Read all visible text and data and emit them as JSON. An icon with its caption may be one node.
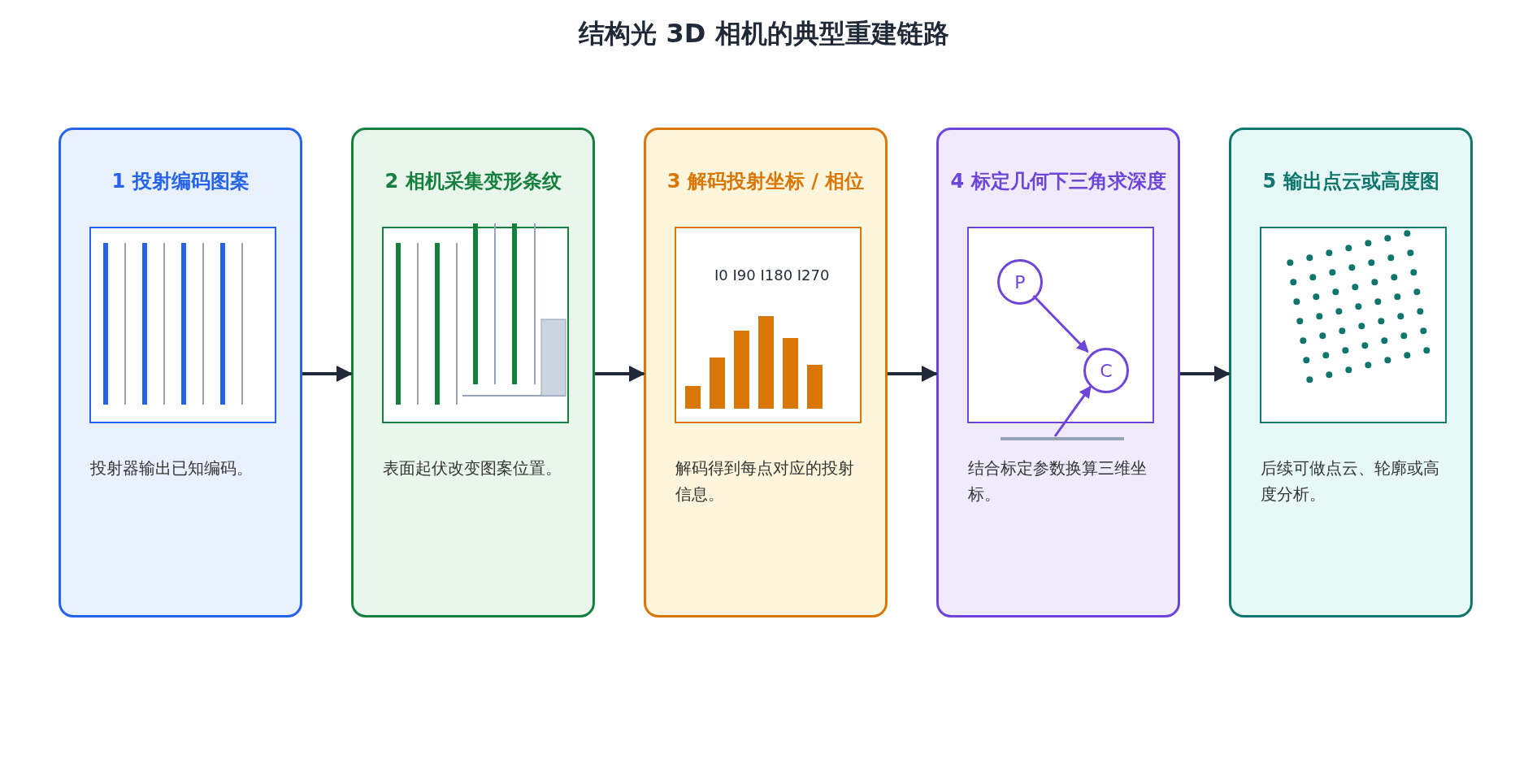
{
  "diagram": {
    "title": "结构光 3D 相机的典型重建链路",
    "nodes": [
      {
        "text": [
          "1 投射编码图案",
          "投射器输出已知编码。"
        ]
      },
      {
        "text": [
          "2 相机采集变形条纹",
          "表面起伏改变图案位置。"
        ]
      },
      {
        "text": [
          "3 解码投射坐标 / 相位",
          "解码得到每点对应的投射信息。"
        ]
      },
      {
        "text": [
          "4 标定几何下三角求深度",
          "结合标定参数换算三维坐标。"
        ]
      },
      {
        "text": [
          "P"
        ],
        "in": 3
      },
      {
        "text": [
          "C"
        ],
        "in": 3
      },
      {
        "text": [
          "5 输出点云或高度图",
          "后续可做点云、轮廓或高度分析。"
        ]
      }
    ],
    "edges": [
      {
        "from": 0,
        "to": 1,
        "arrow": "to"
      },
      {
        "from": 1,
        "to": 2,
        "arrow": "to"
      },
      {
        "from": 2,
        "to": 3,
        "arrow": "to"
      },
      {
        "from": 3,
        "to": 6,
        "arrow": "to"
      },
      {
        "from": 4,
        "to": 5,
        "arrow": "to",
        "color": "#6d45d9"
      },
      {
        "from": null,
        "to": 5,
        "arrow": "to",
        "color": "#6d45d9"
      }
    ],
    "labels": [
      "I0 I90 I180 I270"
    ]
  }
}
